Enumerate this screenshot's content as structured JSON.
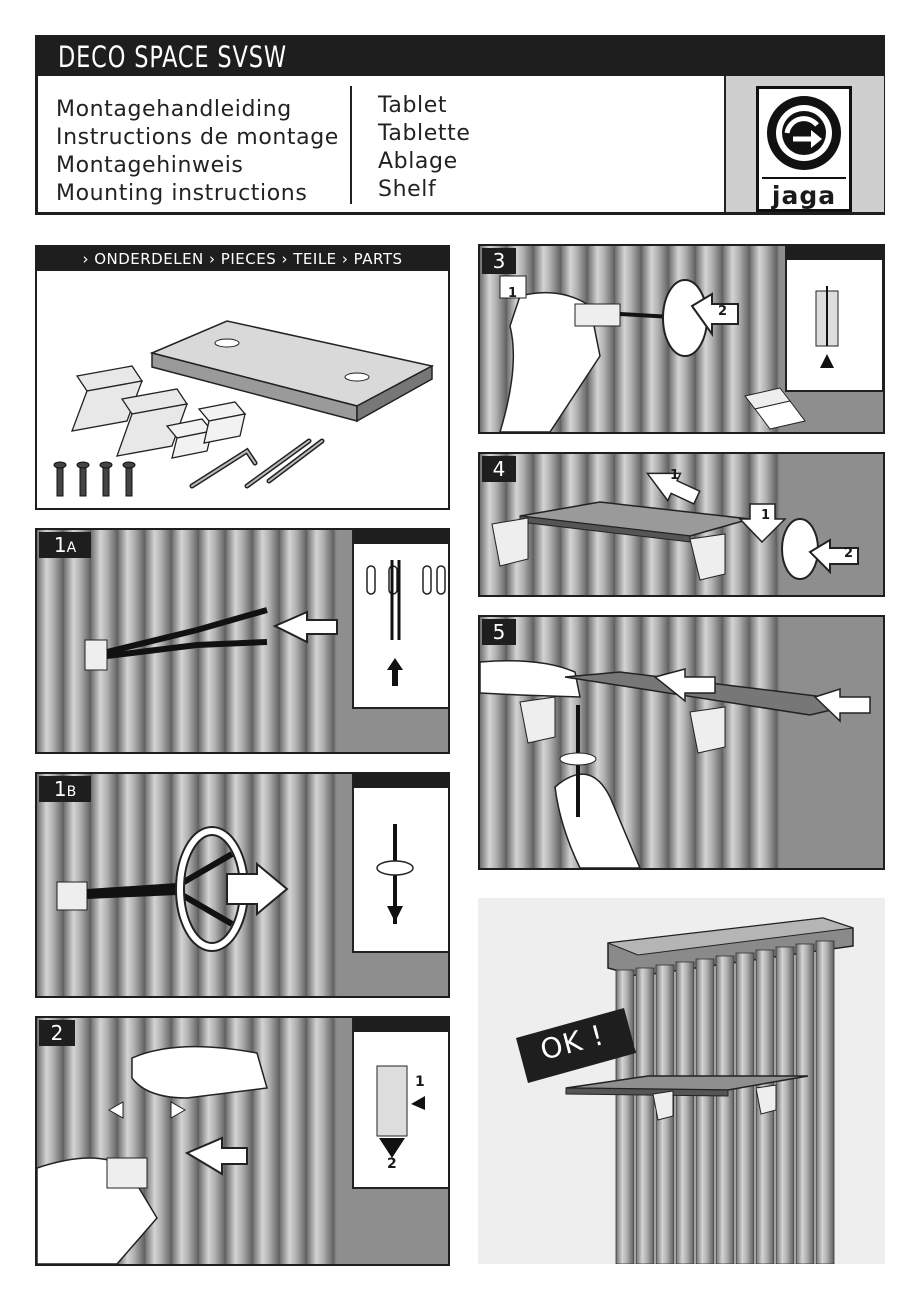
{
  "header": {
    "title": "DECO SPACE SVSW",
    "languages_left": [
      "Montagehandleiding",
      "Instructions de montage",
      "Montagehinweis",
      "Mounting instructions"
    ],
    "languages_right": [
      "Tablet",
      "Tablette",
      "Ablage",
      "Shelf"
    ],
    "logo_text": "jaga"
  },
  "parts": {
    "heading": "› ONDERDELEN › PIECES › TEILE › PARTS"
  },
  "steps": [
    {
      "num": "1",
      "sub": "A"
    },
    {
      "num": "1",
      "sub": "B"
    },
    {
      "num": "2",
      "sub": ""
    },
    {
      "num": "3",
      "sub": ""
    },
    {
      "num": "4",
      "sub": ""
    },
    {
      "num": "5",
      "sub": ""
    }
  ],
  "callouts": {
    "step2_inset_1": "1",
    "step2_inset_2": "2",
    "step3_label_1": "1",
    "step3_label_2": "2",
    "step4_label_1a": "1",
    "step4_label_1b": "1",
    "step4_label_2": "2"
  },
  "result": {
    "ok_label": "OK !"
  },
  "colors": {
    "dark": "#1e1e1e",
    "radiator": "#8c8c8c",
    "radiator_light": "#c8c8c8",
    "logo_panel": "#cfcfcf"
  }
}
